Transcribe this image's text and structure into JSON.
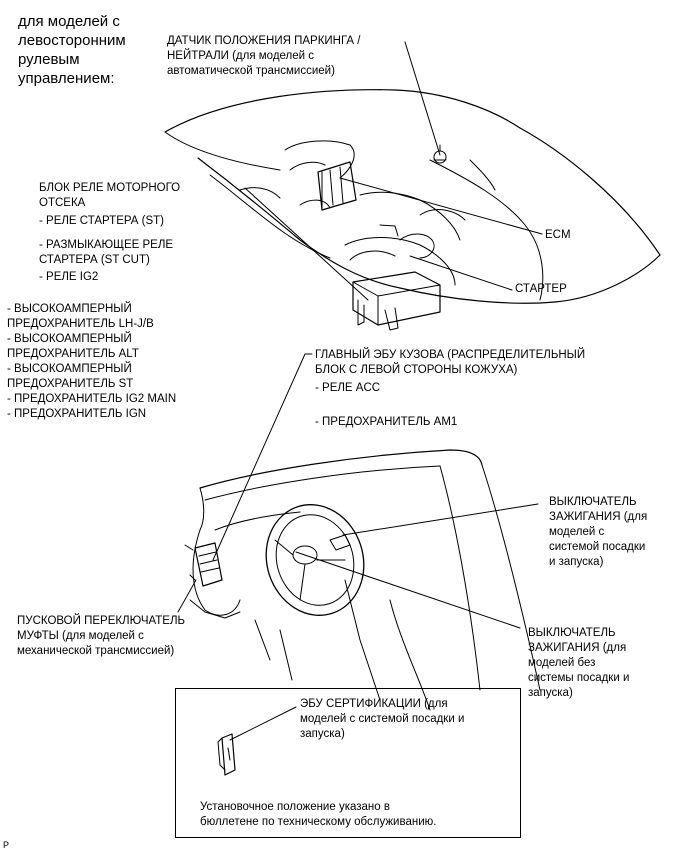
{
  "header": {
    "models_note": "для моделей с\nлевосторонним\nрулевым\nуправлением:"
  },
  "labels": {
    "park_neutral_sensor": "ДАТЧИК ПОЛОЖЕНИЯ ПАРКИНГА /\nНЕЙТРАЛИ (для моделей с\nавтоматической трансмиссией)",
    "engine_relay_block": "БЛОК РЕЛЕ МОТОРНОГО\nОТСЕКА",
    "starter_relay": "- РЕЛЕ СТАРТЕРА (ST)",
    "starter_cut_relay": "- РАЗМЫКАЮЩЕЕ РЕЛЕ\nСТАРТЕРА (ST CUT)",
    "ig2_relay": "- РЕЛЕ IG2",
    "ecm": "ECM",
    "starter": "СТАРТЕР",
    "fuses": "- ВЫСОКОАМПЕРНЫЙ\nПРЕДОХРАНИТЕЛЬ LH-J/B\n- ВЫСОКОАМПЕРНЫЙ\nПРЕДОХРАНИТЕЛЬ ALT\n- ВЫСОКОАМПЕРНЫЙ\nПРЕДОХРАНИТЕЛЬ ST\n- ПРЕДОХРАНИТЕЛЬ IG2 MAIN\n - ПРЕДОХРАНИТЕЛЬ IGN",
    "main_body_ecu": "ГЛАВНЫЙ ЭБУ КУЗОВА (РАСПРЕДЕЛИТЕЛЬНЫЙ\nБЛОК С ЛЕВОЙ СТОРОНЫ КОЖУХА)",
    "acc_relay": "- РЕЛЕ ACC",
    "am1_fuse": "- ПРЕДОХРАНИТЕЛЬ AM1",
    "ignition_switch_smart": "ВЫКЛЮЧАТЕЛЬ\nЗАЖИГАНИЯ (для\nмоделей с\nсистемой посадки\nи запуска)",
    "clutch_start_switch": "ПУСКОВОЙ ПЕРЕКЛЮЧАТЕЛЬ\nМУФТЫ (для моделей с\nмеханической трансмиссией)",
    "ignition_switch_no_smart": "ВЫКЛЮЧАТЕЛЬ\nЗАЖИГАНИЯ (для\nмоделей без\nсистемы посадки и\nзапуска)"
  },
  "inset": {
    "cert_ecu": "ЭБУ СЕРТИФИКАЦИИ (для\nмоделей с системой посадки и\nзапуска)",
    "note": "Установочное положение указано в\nбюллетене по техническому обслуживанию."
  },
  "corner_mark": "P"
}
